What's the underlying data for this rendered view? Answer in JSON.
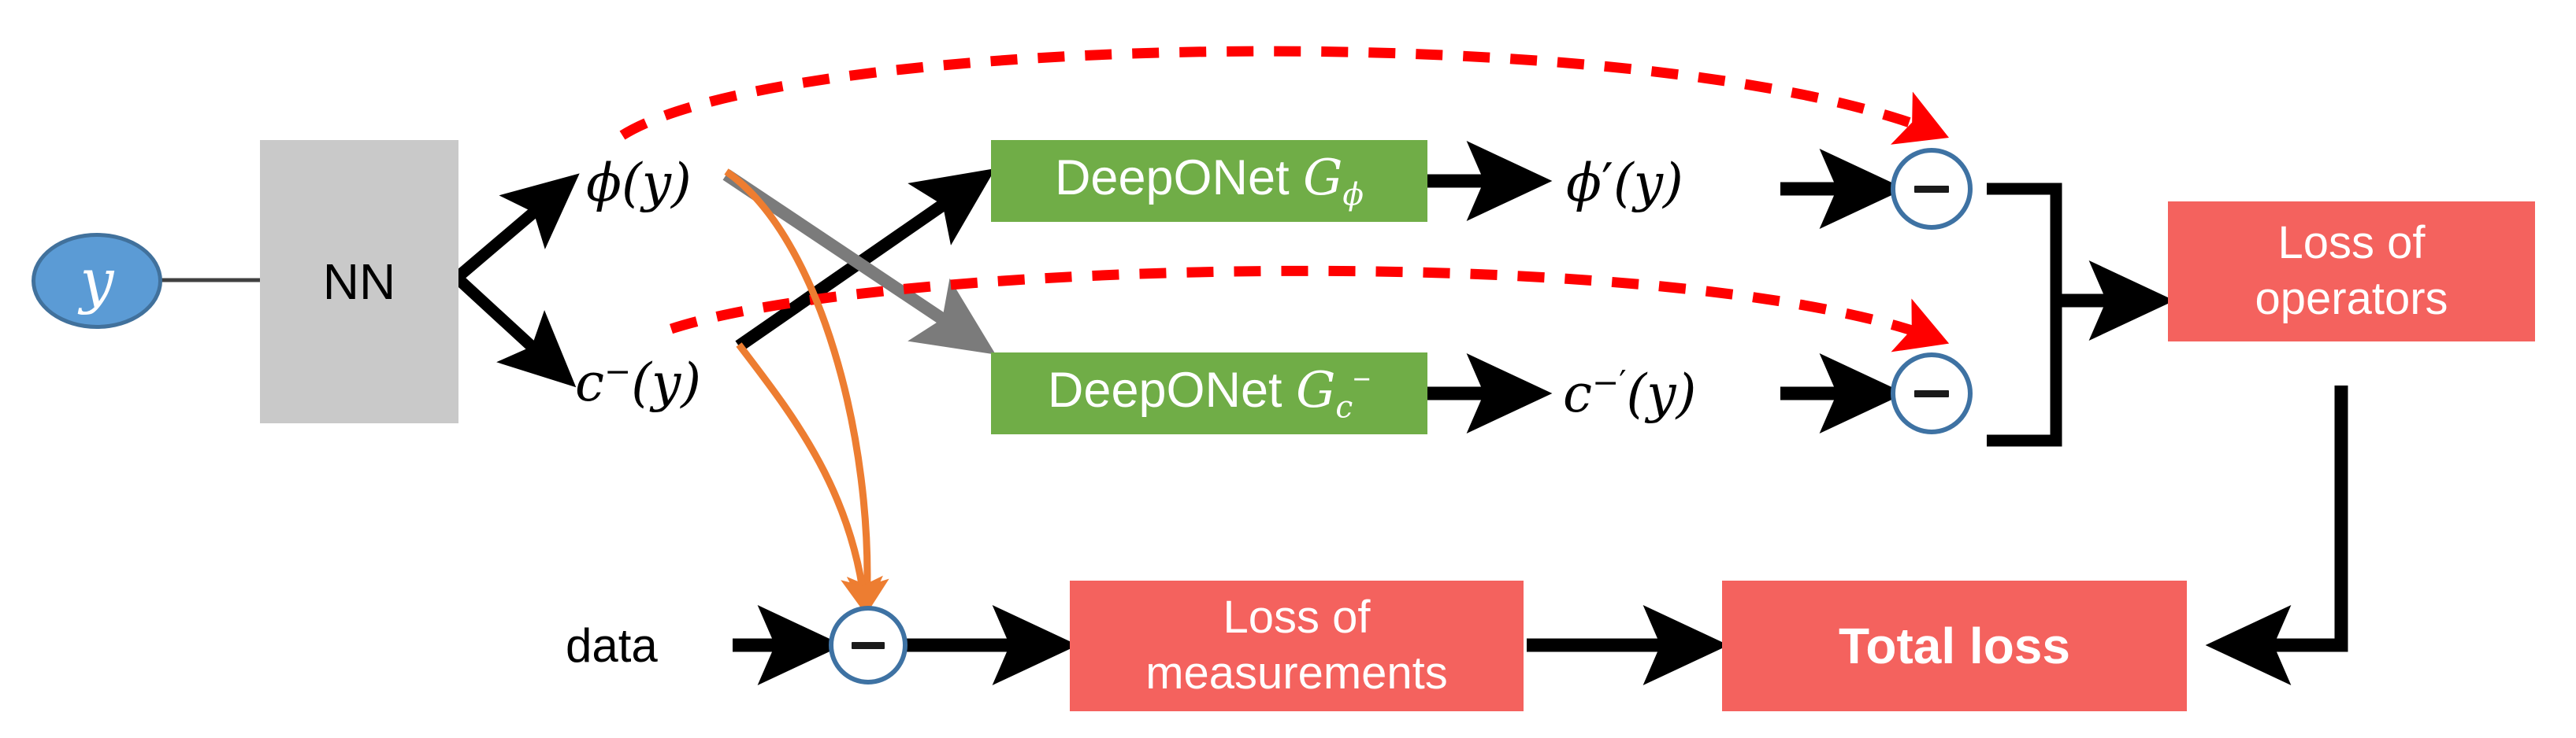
{
  "diagram": {
    "title": "Physics-informed DeepONet training loss flow",
    "background": "#ffffff",
    "colors": {
      "input_ellipse_fill": "#5B9BD5",
      "input_ellipse_stroke": "#41719C",
      "nn_box_fill": "#C9C9C9",
      "operator_box_fill": "#70AD47",
      "loss_box_fill": "#F4625E",
      "minus_circle_stroke": "#3E72A3",
      "arrow_black": "#000000",
      "arrow_gray": "#7B7B7B",
      "arrow_orange": "#ED7D31",
      "arrow_red_dashed": "#FF0000",
      "text_white": "#FFFFFF",
      "text_black": "#000000"
    }
  },
  "nodes": {
    "input": {
      "label": "y",
      "shape": "ellipse"
    },
    "nn": {
      "label": "NN",
      "shape": "rect"
    },
    "phi_out": {
      "base": "ϕ",
      "arg": "(y)"
    },
    "c_out": {
      "base": "c",
      "sup": "−",
      "arg": "(y)"
    },
    "deeponet_phi": {
      "prefix": "DeepONet ",
      "operator": "G",
      "subscript": "ϕ"
    },
    "deeponet_c": {
      "prefix": "DeepONet ",
      "operator": "G",
      "subscript": "c",
      "sup": "−"
    },
    "phi_pred": {
      "base": "ϕ",
      "prime": "′",
      "arg": "(y)"
    },
    "c_pred": {
      "base": "c",
      "sup": "−′",
      "arg": "(y)"
    },
    "data": {
      "label": "data"
    },
    "minus_top": {
      "label": "−"
    },
    "minus_bottom": {
      "label": "−"
    },
    "minus_data": {
      "label": "−"
    },
    "loss_operators": {
      "line1": "Loss of",
      "line2": "operators"
    },
    "loss_measurements": {
      "line1": "Loss of",
      "line2": "measurements"
    },
    "total_loss": {
      "line1": "Total loss"
    }
  },
  "edges": [
    {
      "name": "input-to-nn",
      "from": "input",
      "to": "nn",
      "style": "thin-solid-black",
      "arrow": false
    },
    {
      "name": "nn-to-phi",
      "from": "nn",
      "to": "phi_out",
      "style": "solid-black",
      "arrow": true
    },
    {
      "name": "nn-to-c",
      "from": "nn",
      "to": "c_out",
      "style": "solid-black",
      "arrow": true
    },
    {
      "name": "c-to-deeponet-phi",
      "from": "c_out",
      "to": "deeponet_phi",
      "style": "solid-black",
      "arrow": true
    },
    {
      "name": "phi-to-deeponet-c",
      "from": "phi_out",
      "to": "deeponet_c",
      "style": "solid-gray",
      "arrow": true
    },
    {
      "name": "deeponet-phi-to-phi-pred",
      "from": "deeponet_phi",
      "to": "phi_pred",
      "style": "solid-black",
      "arrow": true
    },
    {
      "name": "deeponet-c-to-c-pred",
      "from": "deeponet_c",
      "to": "c_pred",
      "style": "solid-black",
      "arrow": true
    },
    {
      "name": "phi-pred-to-minus-top",
      "from": "phi_pred",
      "to": "minus_top",
      "style": "solid-black",
      "arrow": true
    },
    {
      "name": "c-pred-to-minus-bottom",
      "from": "c_pred",
      "to": "minus_bottom",
      "style": "solid-black",
      "arrow": true
    },
    {
      "name": "phi-feedback-to-minus-top",
      "from": "phi_out",
      "to": "minus_top",
      "style": "dashed-red-curve",
      "arrow": true
    },
    {
      "name": "c-feedback-to-minus-bottom",
      "from": "c_out",
      "to": "minus_bottom",
      "style": "dashed-red-curve",
      "arrow": true
    },
    {
      "name": "phi-to-minus-data",
      "from": "phi_out",
      "to": "minus_data",
      "style": "orange-curve",
      "arrow": true
    },
    {
      "name": "c-to-minus-data",
      "from": "c_out",
      "to": "minus_data",
      "style": "orange-curve",
      "arrow": true
    },
    {
      "name": "minuses-to-loss-operators",
      "from": "minus_top+minus_bottom",
      "to": "loss_operators",
      "style": "solid-black-elbow",
      "arrow": true
    },
    {
      "name": "data-to-minus-data",
      "from": "data",
      "to": "minus_data",
      "style": "solid-black",
      "arrow": true
    },
    {
      "name": "minus-data-to-loss-measurements",
      "from": "minus_data",
      "to": "loss_measurements",
      "style": "solid-black",
      "arrow": true
    },
    {
      "name": "loss-measurements-to-total",
      "from": "loss_measurements",
      "to": "total_loss",
      "style": "solid-black",
      "arrow": true
    },
    {
      "name": "loss-operators-to-total",
      "from": "loss_operators",
      "to": "total_loss",
      "style": "solid-black-elbow",
      "arrow": true
    }
  ]
}
